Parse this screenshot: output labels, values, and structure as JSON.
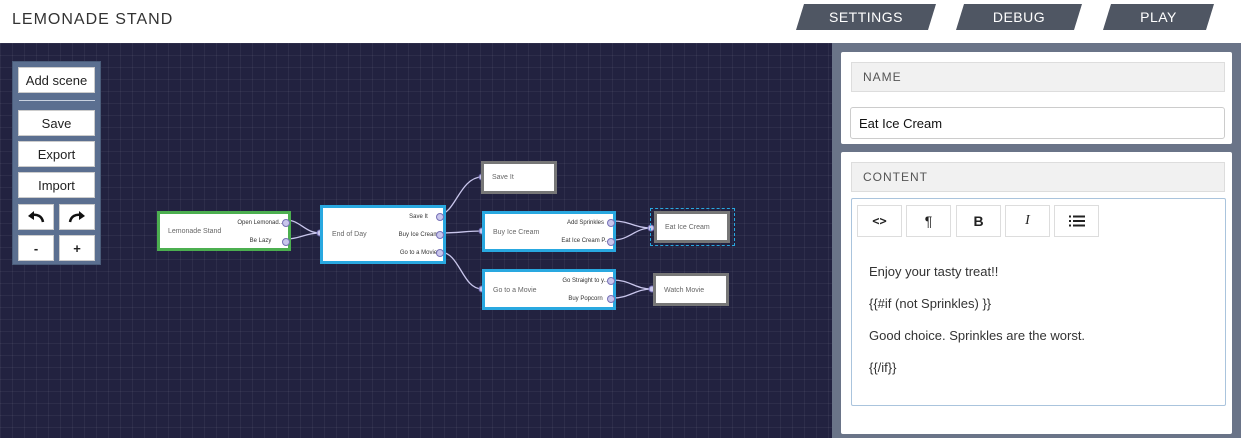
{
  "header": {
    "title": "LEMONADE STAND",
    "nav": {
      "settings": "SETTINGS",
      "debug": "DEBUG",
      "play": "PLAY"
    }
  },
  "toolbar": {
    "add_scene": "Add scene",
    "save": "Save",
    "export": "Export",
    "import": "Import",
    "undo_icon": "undo-arrow-icon",
    "redo_icon": "redo-arrow-icon",
    "zoom_out": "-",
    "zoom_in": "+"
  },
  "graph": {
    "nodes": {
      "lemonade_stand": {
        "title": "Lemonade Stand",
        "links": [
          "Open Lemonad...",
          "Be Lazy"
        ]
      },
      "end_of_day": {
        "title": "End of Day",
        "links": [
          "Save It",
          "Buy Ice Cream",
          "Go to a Movie"
        ]
      },
      "save_it": {
        "title": "Save It"
      },
      "buy_ice_cream": {
        "title": "Buy Ice Cream",
        "links": [
          "Add Sprinkles",
          "Eat Ice Cream P..."
        ]
      },
      "eat_ice_cream": {
        "title": "Eat Ice Cream"
      },
      "go_to_movie": {
        "title": "Go to a Movie",
        "links": [
          "Go Straight to y...",
          "Buy Popcorn"
        ]
      },
      "watch_movie": {
        "title": "Watch Movie"
      }
    },
    "colors": {
      "start": "#4caf50",
      "active": "#29a8e0",
      "leaf": "#777777",
      "canvas": "#222240"
    }
  },
  "panel": {
    "name": {
      "label": "NAME",
      "value": "Eat Ice Cream"
    },
    "content": {
      "label": "CONTENT",
      "buttons": {
        "code": "<>",
        "paragraph": "¶",
        "bold": "B",
        "italic": "I",
        "list_icon": "list-icon"
      },
      "lines": [
        "Enjoy your tasty treat!!",
        "{{#if (not Sprinkles) }}",
        "Good choice. Sprinkles are the worst.",
        "{{/if}}"
      ]
    }
  }
}
